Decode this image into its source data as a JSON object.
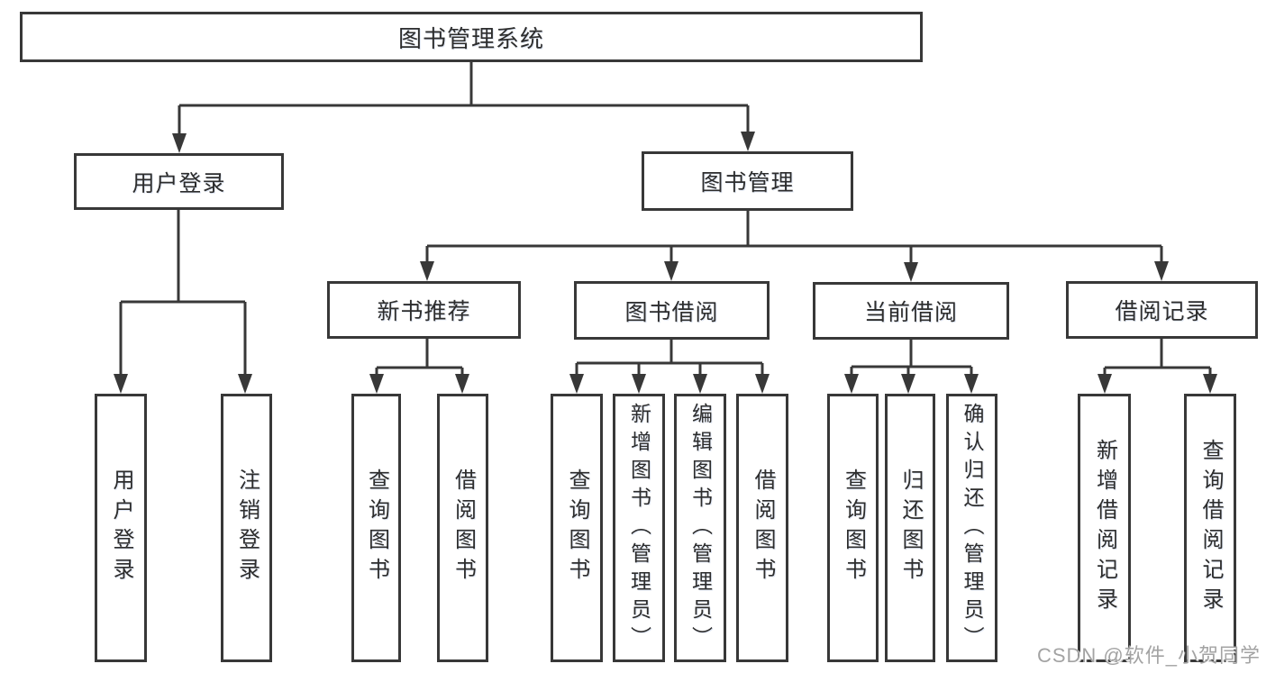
{
  "tree": {
    "root": {
      "label": "图书管理系统",
      "children": [
        {
          "label": "用户登录",
          "children": [
            {
              "label": "用户登录"
            },
            {
              "label": "注销登录"
            }
          ]
        },
        {
          "label": "图书管理",
          "children": [
            {
              "label": "新书推荐",
              "children": [
                {
                  "label": "查询图书"
                },
                {
                  "label": "借阅图书"
                }
              ]
            },
            {
              "label": "图书借阅",
              "children": [
                {
                  "label": "查询图书"
                },
                {
                  "label": "新增图书（管理员）"
                },
                {
                  "label": "编辑图书（管理员）"
                },
                {
                  "label": "借阅图书"
                }
              ]
            },
            {
              "label": "当前借阅",
              "children": [
                {
                  "label": "查询图书"
                },
                {
                  "label": "归还图书"
                },
                {
                  "label": "确认归还（管理员）"
                }
              ]
            },
            {
              "label": "借阅记录",
              "children": [
                {
                  "label": "新增借阅记录"
                },
                {
                  "label": "查询借阅记录"
                }
              ]
            }
          ]
        }
      ]
    }
  },
  "watermark": "CSDN @软件_小贺同学",
  "colors": {
    "line": "#383838",
    "text": "#2d2d2d",
    "background": "#ffffff",
    "watermark": "#a3a3a3"
  }
}
